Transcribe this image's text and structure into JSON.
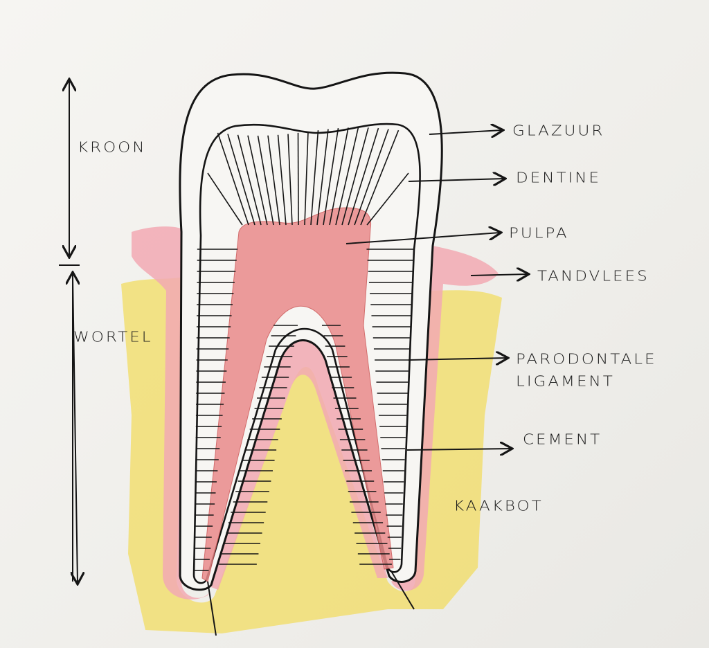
{
  "labels": {
    "crown": "KROON",
    "root": "WORTEL",
    "enamel": "GLAZUUR",
    "dentine": "DENTINE",
    "pulp": "PULPA",
    "gums": "TANDVLEES",
    "ligament_line1": "PARODONTALE",
    "ligament_line2": "LIGAMENT",
    "cement": "CEMENT",
    "jawbone": "KAAKBOT"
  },
  "colors": {
    "ink": "#151515",
    "pulp": "#e98b8b",
    "gum": "#f2a9b3",
    "bone": "#f1dc62",
    "paper": "#f3f2ee"
  }
}
